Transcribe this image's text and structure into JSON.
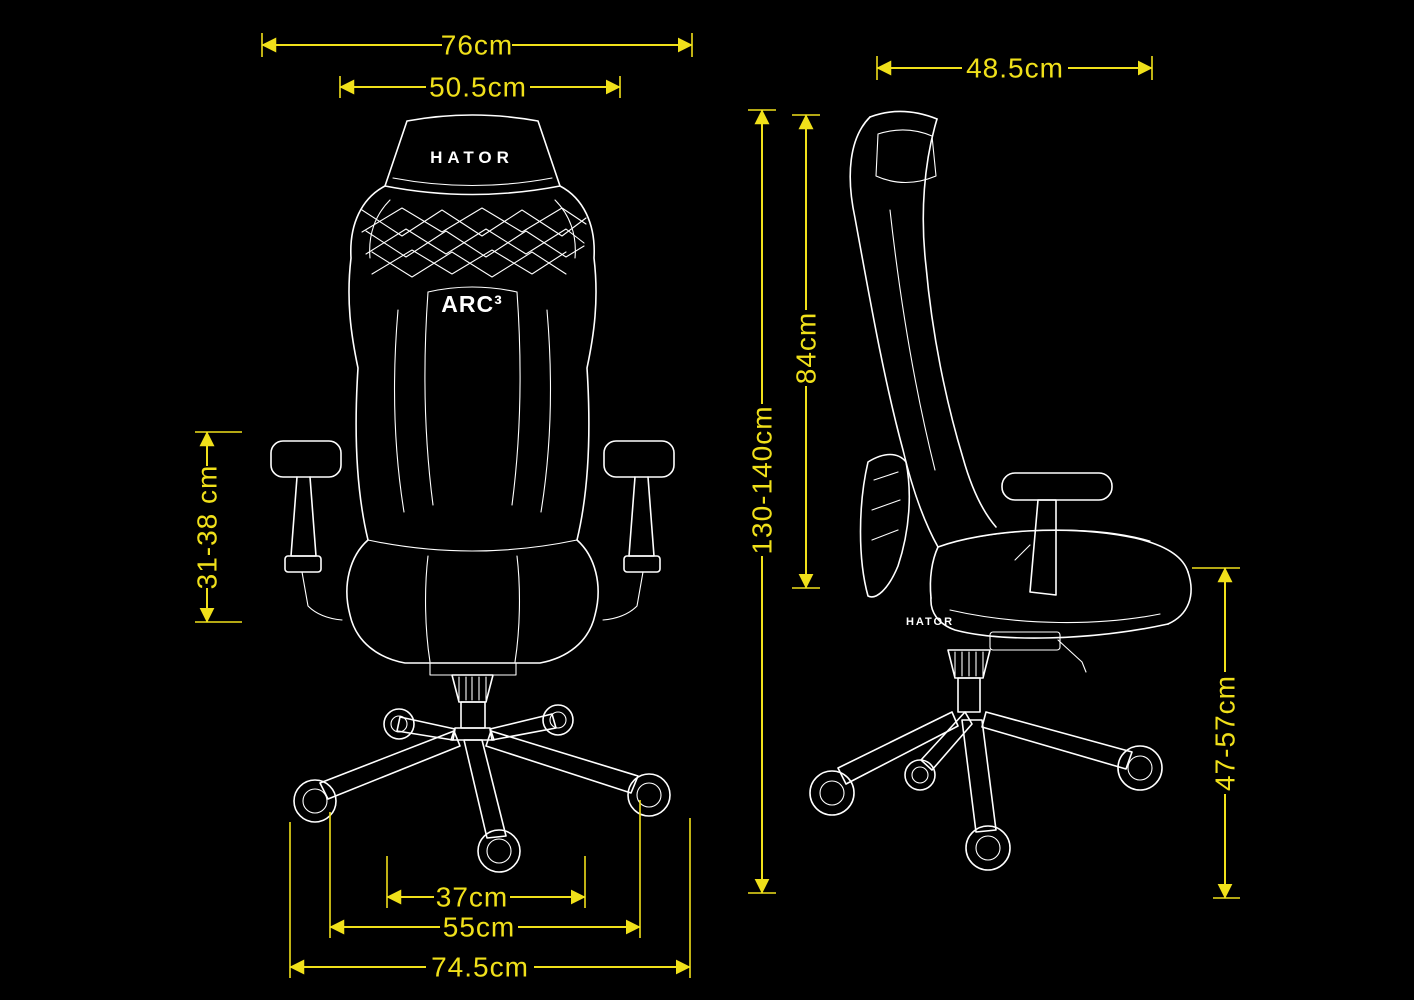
{
  "colors": {
    "background": "#000000",
    "dimension_accent": "#f0e01a",
    "chair_outline": "#ffffff"
  },
  "front_view": {
    "headrest_brand": "HATOR",
    "backrest_model": "ARC³",
    "dimensions": {
      "overall_width": "76cm",
      "backrest_width": "50.5cm",
      "armrest_height_range": "31-38 cm",
      "base_inner_width": "37cm",
      "seat_width": "55cm",
      "base_outer_width": "74.5cm"
    }
  },
  "side_view": {
    "side_brand": "HATOR",
    "dimensions": {
      "seat_depth": "48.5cm",
      "backrest_height": "84cm",
      "overall_height_range": "130-140cm",
      "seat_height_range": "47-57cm"
    }
  }
}
